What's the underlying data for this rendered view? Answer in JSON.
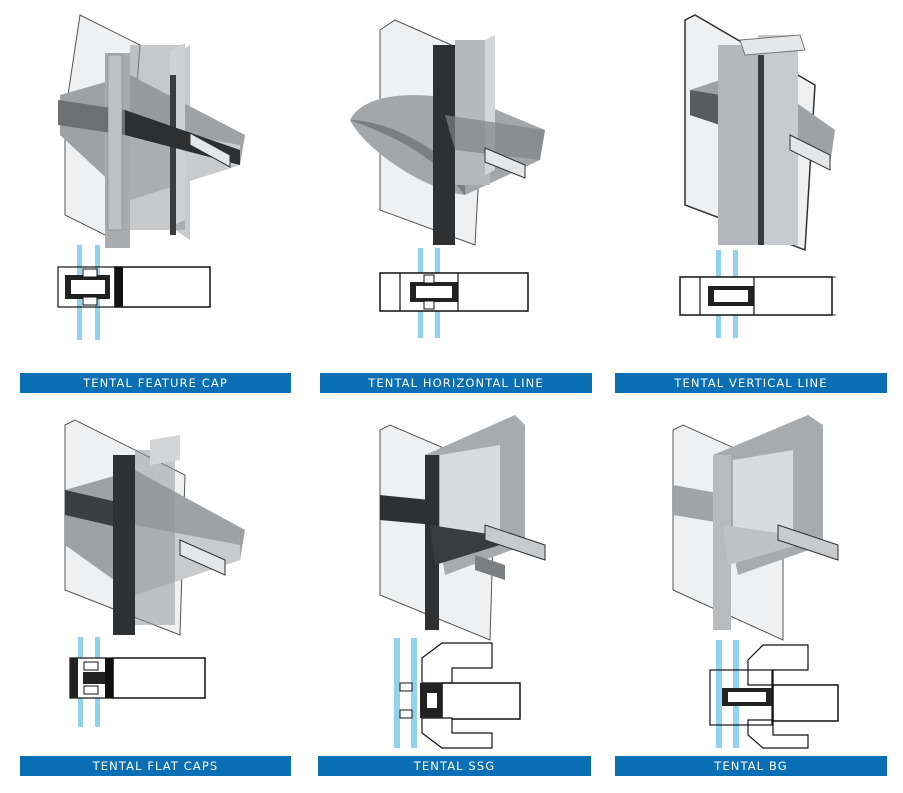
{
  "products": [
    {
      "label": "TENTAL FEATURE CAP",
      "variant": "feature-cap"
    },
    {
      "label": "TENTAL HORIZONTAL LINE",
      "variant": "horizontal-line"
    },
    {
      "label": "TENTAL VERTICAL LINE",
      "variant": "vertical-line"
    },
    {
      "label": "TENTAL FLAT CAPS",
      "variant": "flat-caps"
    },
    {
      "label": "TENTAL SSG",
      "variant": "ssg"
    },
    {
      "label": "TENTAL BG",
      "variant": "bg"
    }
  ],
  "colors": {
    "label_bar": "#0a6fb4",
    "label_text": "#ffffff",
    "glass_blue": "#8fd3f0",
    "aluminium": "#b7b9bb",
    "aluminium_dark": "#5a5d60",
    "outline": "#1a1a1a"
  }
}
